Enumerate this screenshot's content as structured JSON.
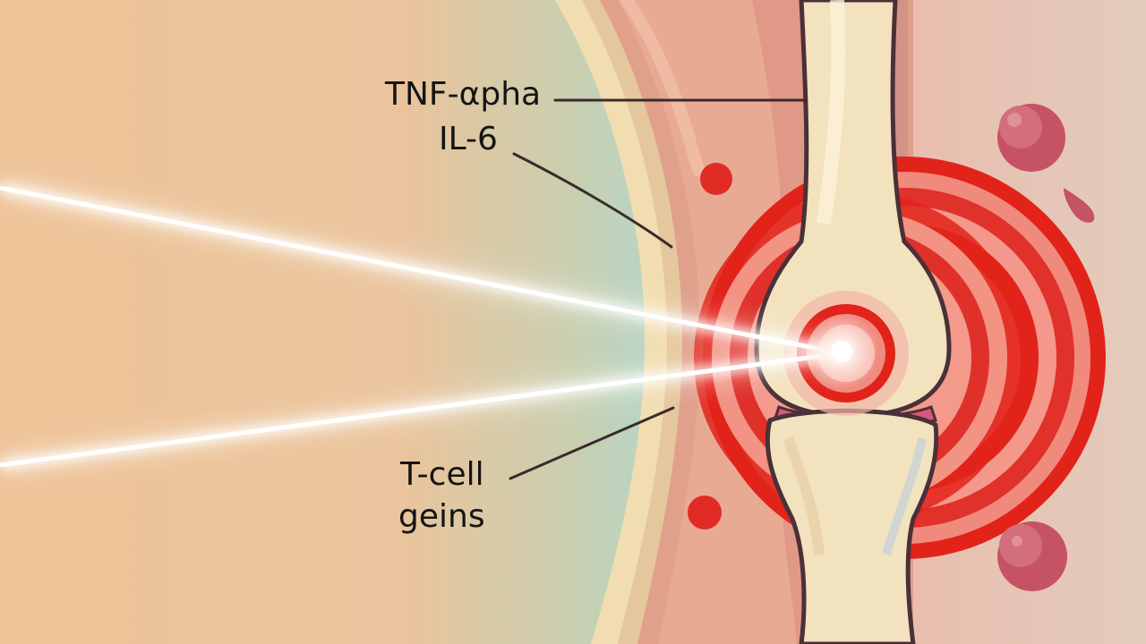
{
  "illustration": {
    "subject": "Laser therapy beams focused on an inflamed knee joint",
    "labels": {
      "top_line1": "TNF-αpha",
      "top_line2": "IL-6",
      "bottom_line1": "T-cell",
      "bottom_line2": "geins"
    },
    "colors": {
      "background_left": "#EEC79A",
      "background_mid": "#B9D6C8",
      "background_right": "#E7C9BD",
      "tissue": "#E6A792",
      "tissue_dark": "#D98B7A",
      "bone": "#F3E2BE",
      "bone_outline": "#4A3038",
      "inflammation_red": "#E2231A",
      "inflammation_light": "#F2867A",
      "blood_cell": "#C65365",
      "laser": "#FFFFFF",
      "leader_line": "#3A2A2E",
      "text": "#141414"
    }
  }
}
